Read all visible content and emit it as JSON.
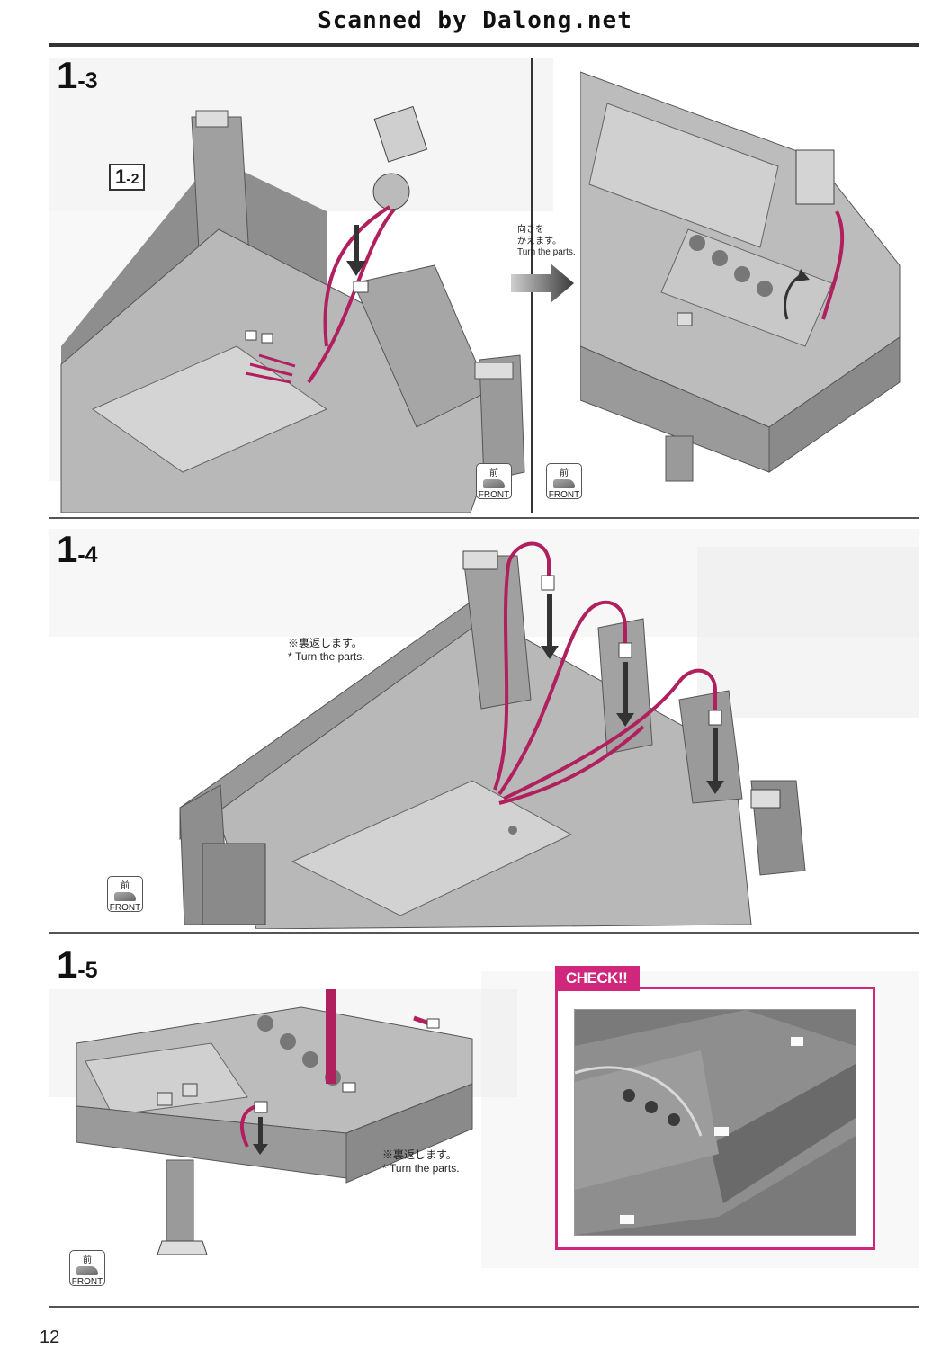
{
  "header": {
    "scan_credit": "Scanned by Dalong.net"
  },
  "steps": {
    "s13": {
      "main": "1",
      "sub": "-3",
      "ref_main": "1",
      "ref_sub": "-2"
    },
    "s14": {
      "main": "1",
      "sub": "-4"
    },
    "s15": {
      "main": "1",
      "sub": "-5"
    }
  },
  "notes": {
    "turn_jp_1": "向きを",
    "turn_jp_2": "かえます。",
    "turn_en": "Turn the parts.",
    "flip_jp": "※裏返します。",
    "flip_en": "* Turn the parts."
  },
  "front_badge": {
    "kanji": "前",
    "label": "FRONT"
  },
  "check": {
    "label": "CHECK!!"
  },
  "page_number": "12",
  "colors": {
    "accent": "#d0267c",
    "cable": "#b0205e",
    "part_gray": "#9a9a9a"
  }
}
